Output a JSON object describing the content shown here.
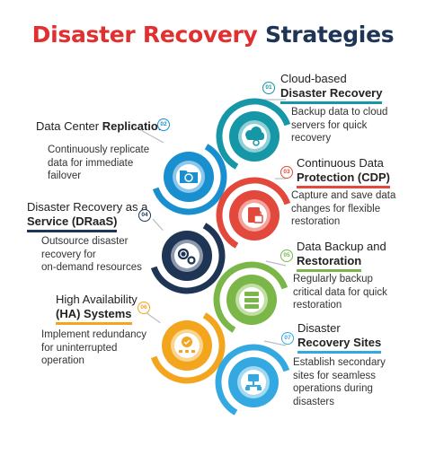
{
  "title": {
    "part1": "Disaster Recovery",
    "part2": "Strategies"
  },
  "colors": {
    "title_red": "#e0302f",
    "title_navy": "#1f3556",
    "teal": "#1597a8",
    "blue": "#1a8fd0",
    "red": "#e2483b",
    "navy": "#1f3556",
    "green": "#7ab648",
    "orange": "#f3a51d",
    "skyblue": "#34a9e1"
  },
  "strategies": [
    {
      "number": "01",
      "heading_line1": "Cloud-based",
      "heading_bold": "Disaster Recovery",
      "description": [
        "Backup data to cloud",
        "servers for quick",
        "recovery"
      ],
      "icon": "cloud-gear-icon",
      "color": "teal"
    },
    {
      "number": "02",
      "heading_plain": "Data Center ",
      "heading_bold": "Replication",
      "description": [
        "Continuously replicate",
        "data for immediate",
        "failover"
      ],
      "icon": "folder-sync-icon",
      "color": "blue"
    },
    {
      "number": "03",
      "heading_line1": "Continuous Data",
      "heading_bold": "Protection (CDP)",
      "description": [
        "Capture and save data",
        "changes for flexible",
        "restoration"
      ],
      "icon": "document-lock-icon",
      "color": "red"
    },
    {
      "number": "04",
      "heading_line1": "Disaster Recovery as a",
      "heading_bold": "Service (DRaaS)",
      "description": [
        "Outsource disaster",
        "recovery for",
        "on-demand resources"
      ],
      "icon": "gears-icon",
      "color": "navy"
    },
    {
      "number": "05",
      "heading_line1": "Data Backup and",
      "heading_bold": "Restoration",
      "description": [
        "Regularly backup",
        "critical data for quick",
        "restoration"
      ],
      "icon": "server-icon",
      "color": "green"
    },
    {
      "number": "06",
      "heading_line1": "High Availability",
      "heading_bold": "(HA) Systems",
      "description": [
        "Implement redundancy",
        "for uninterrupted",
        "operation"
      ],
      "icon": "network-check-icon",
      "color": "orange"
    },
    {
      "number": "07",
      "heading_line1": "Disaster",
      "heading_bold": "Recovery Sites",
      "description": [
        "Establish secondary",
        "sites for seamless",
        "operations during",
        "disasters"
      ],
      "icon": "site-network-icon",
      "color": "skyblue"
    }
  ]
}
